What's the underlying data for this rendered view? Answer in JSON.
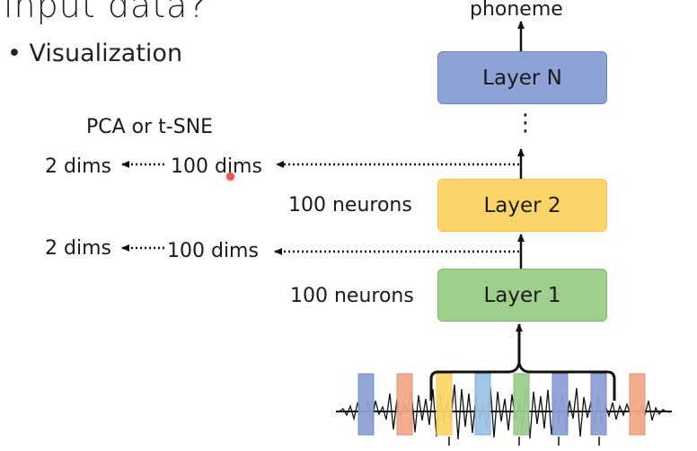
{
  "heading": "input data?",
  "bullet": "Visualization",
  "method_label": "PCA or t-SNE",
  "output_label": "phoneme",
  "layers": {
    "n": "Layer N",
    "two": "Layer 2",
    "one": "Layer 1"
  },
  "ellipsis": "⋮",
  "rows": {
    "top": {
      "neurons": "100 neurons",
      "dims_in": "100 dims",
      "dims_out": "2 dims"
    },
    "bottom": {
      "neurons": "100 neurons",
      "dims_in": "100 dims",
      "dims_out": "2 dims"
    }
  },
  "colors": {
    "layer_n": "#8ea2d5",
    "layer_2": "#fbd56a",
    "layer_1": "#9fcf8d",
    "frame_blue": "#8ea2d5",
    "frame_orange": "#f2a98c",
    "frame_yellow": "#fbd56a",
    "frame_green": "#9fcf8d",
    "frame_lightblue": "#9ec3e6"
  }
}
